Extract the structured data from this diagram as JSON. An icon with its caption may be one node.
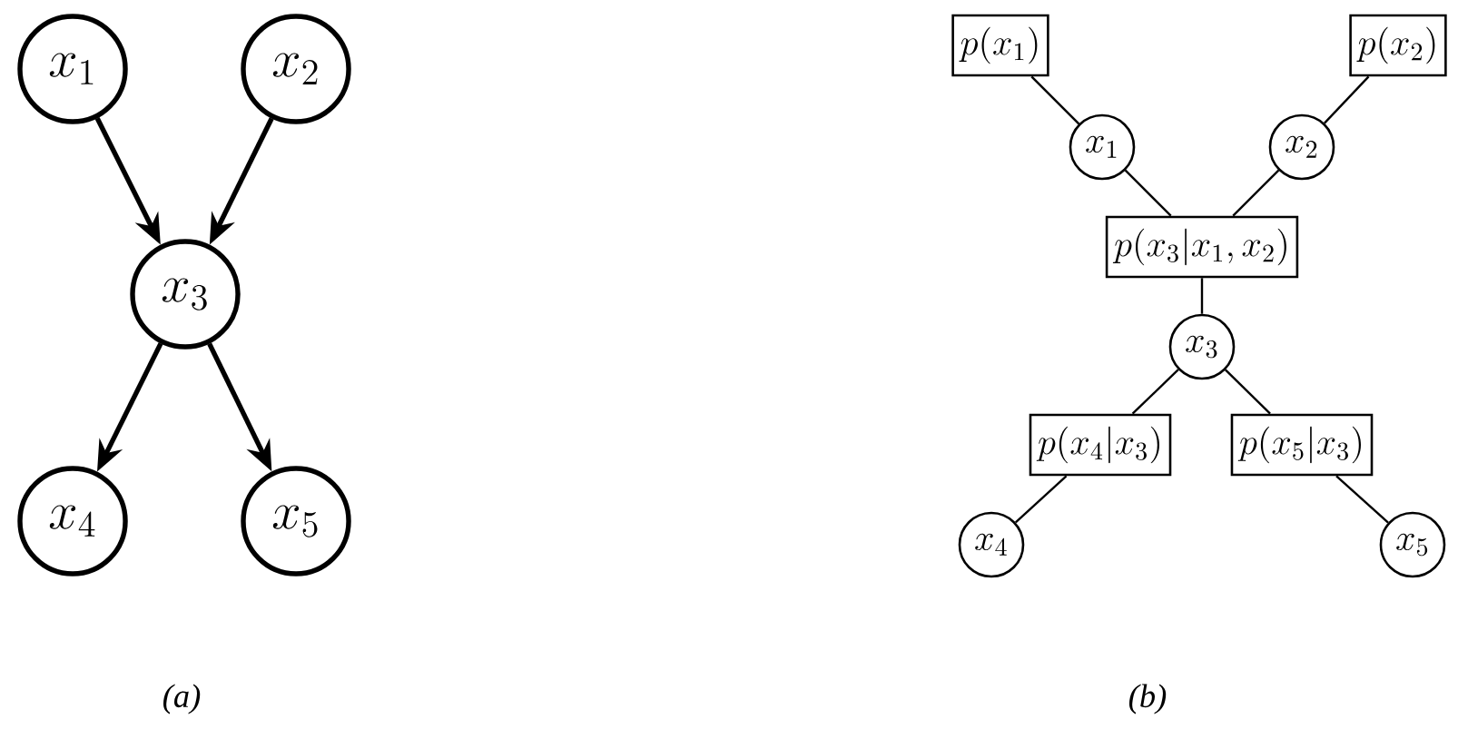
{
  "diagram": {
    "nodes": [
      {
        "text": [
          "x_1"
        ]
      },
      {
        "text": [
          "x_2"
        ]
      },
      {
        "text": [
          "x_3"
        ]
      },
      {
        "text": [
          "x_4"
        ]
      },
      {
        "text": [
          "x_5"
        ]
      },
      {
        "text": [
          "p(x_1)"
        ]
      },
      {
        "text": [
          "p(x_2)"
        ]
      },
      {
        "text": [
          "x_1"
        ]
      },
      {
        "text": [
          "x_2"
        ]
      },
      {
        "text": [
          "p(x_3|x_1, x_2)"
        ]
      },
      {
        "text": [
          "x_3"
        ]
      },
      {
        "text": [
          "p(x_4|x_3)"
        ]
      },
      {
        "text": [
          "p(x_5|x_3)"
        ]
      },
      {
        "text": [
          "x_4"
        ]
      },
      {
        "text": [
          "x_5"
        ]
      }
    ],
    "edges": [
      {
        "from": 0,
        "to": 2,
        "arrow": "to",
        "style": "thick"
      },
      {
        "from": 1,
        "to": 2,
        "arrow": "to",
        "style": "thick"
      },
      {
        "from": 2,
        "to": 3,
        "arrow": "to",
        "style": "thick"
      },
      {
        "from": 2,
        "to": 4,
        "arrow": "to",
        "style": "thick"
      },
      {
        "from": 5,
        "to": 7,
        "arrow": "none"
      },
      {
        "from": 6,
        "to": 8,
        "arrow": "none"
      },
      {
        "from": 7,
        "to": 9,
        "arrow": "none"
      },
      {
        "from": 8,
        "to": 9,
        "arrow": "none"
      },
      {
        "from": 9,
        "to": 10,
        "arrow": "none"
      },
      {
        "from": 10,
        "to": 11,
        "arrow": "none"
      },
      {
        "from": 10,
        "to": 12,
        "arrow": "none"
      },
      {
        "from": 11,
        "to": 13,
        "arrow": "none"
      },
      {
        "from": 12,
        "to": 14,
        "arrow": "none"
      }
    ],
    "labels": [
      "(a)",
      "(b)"
    ]
  }
}
